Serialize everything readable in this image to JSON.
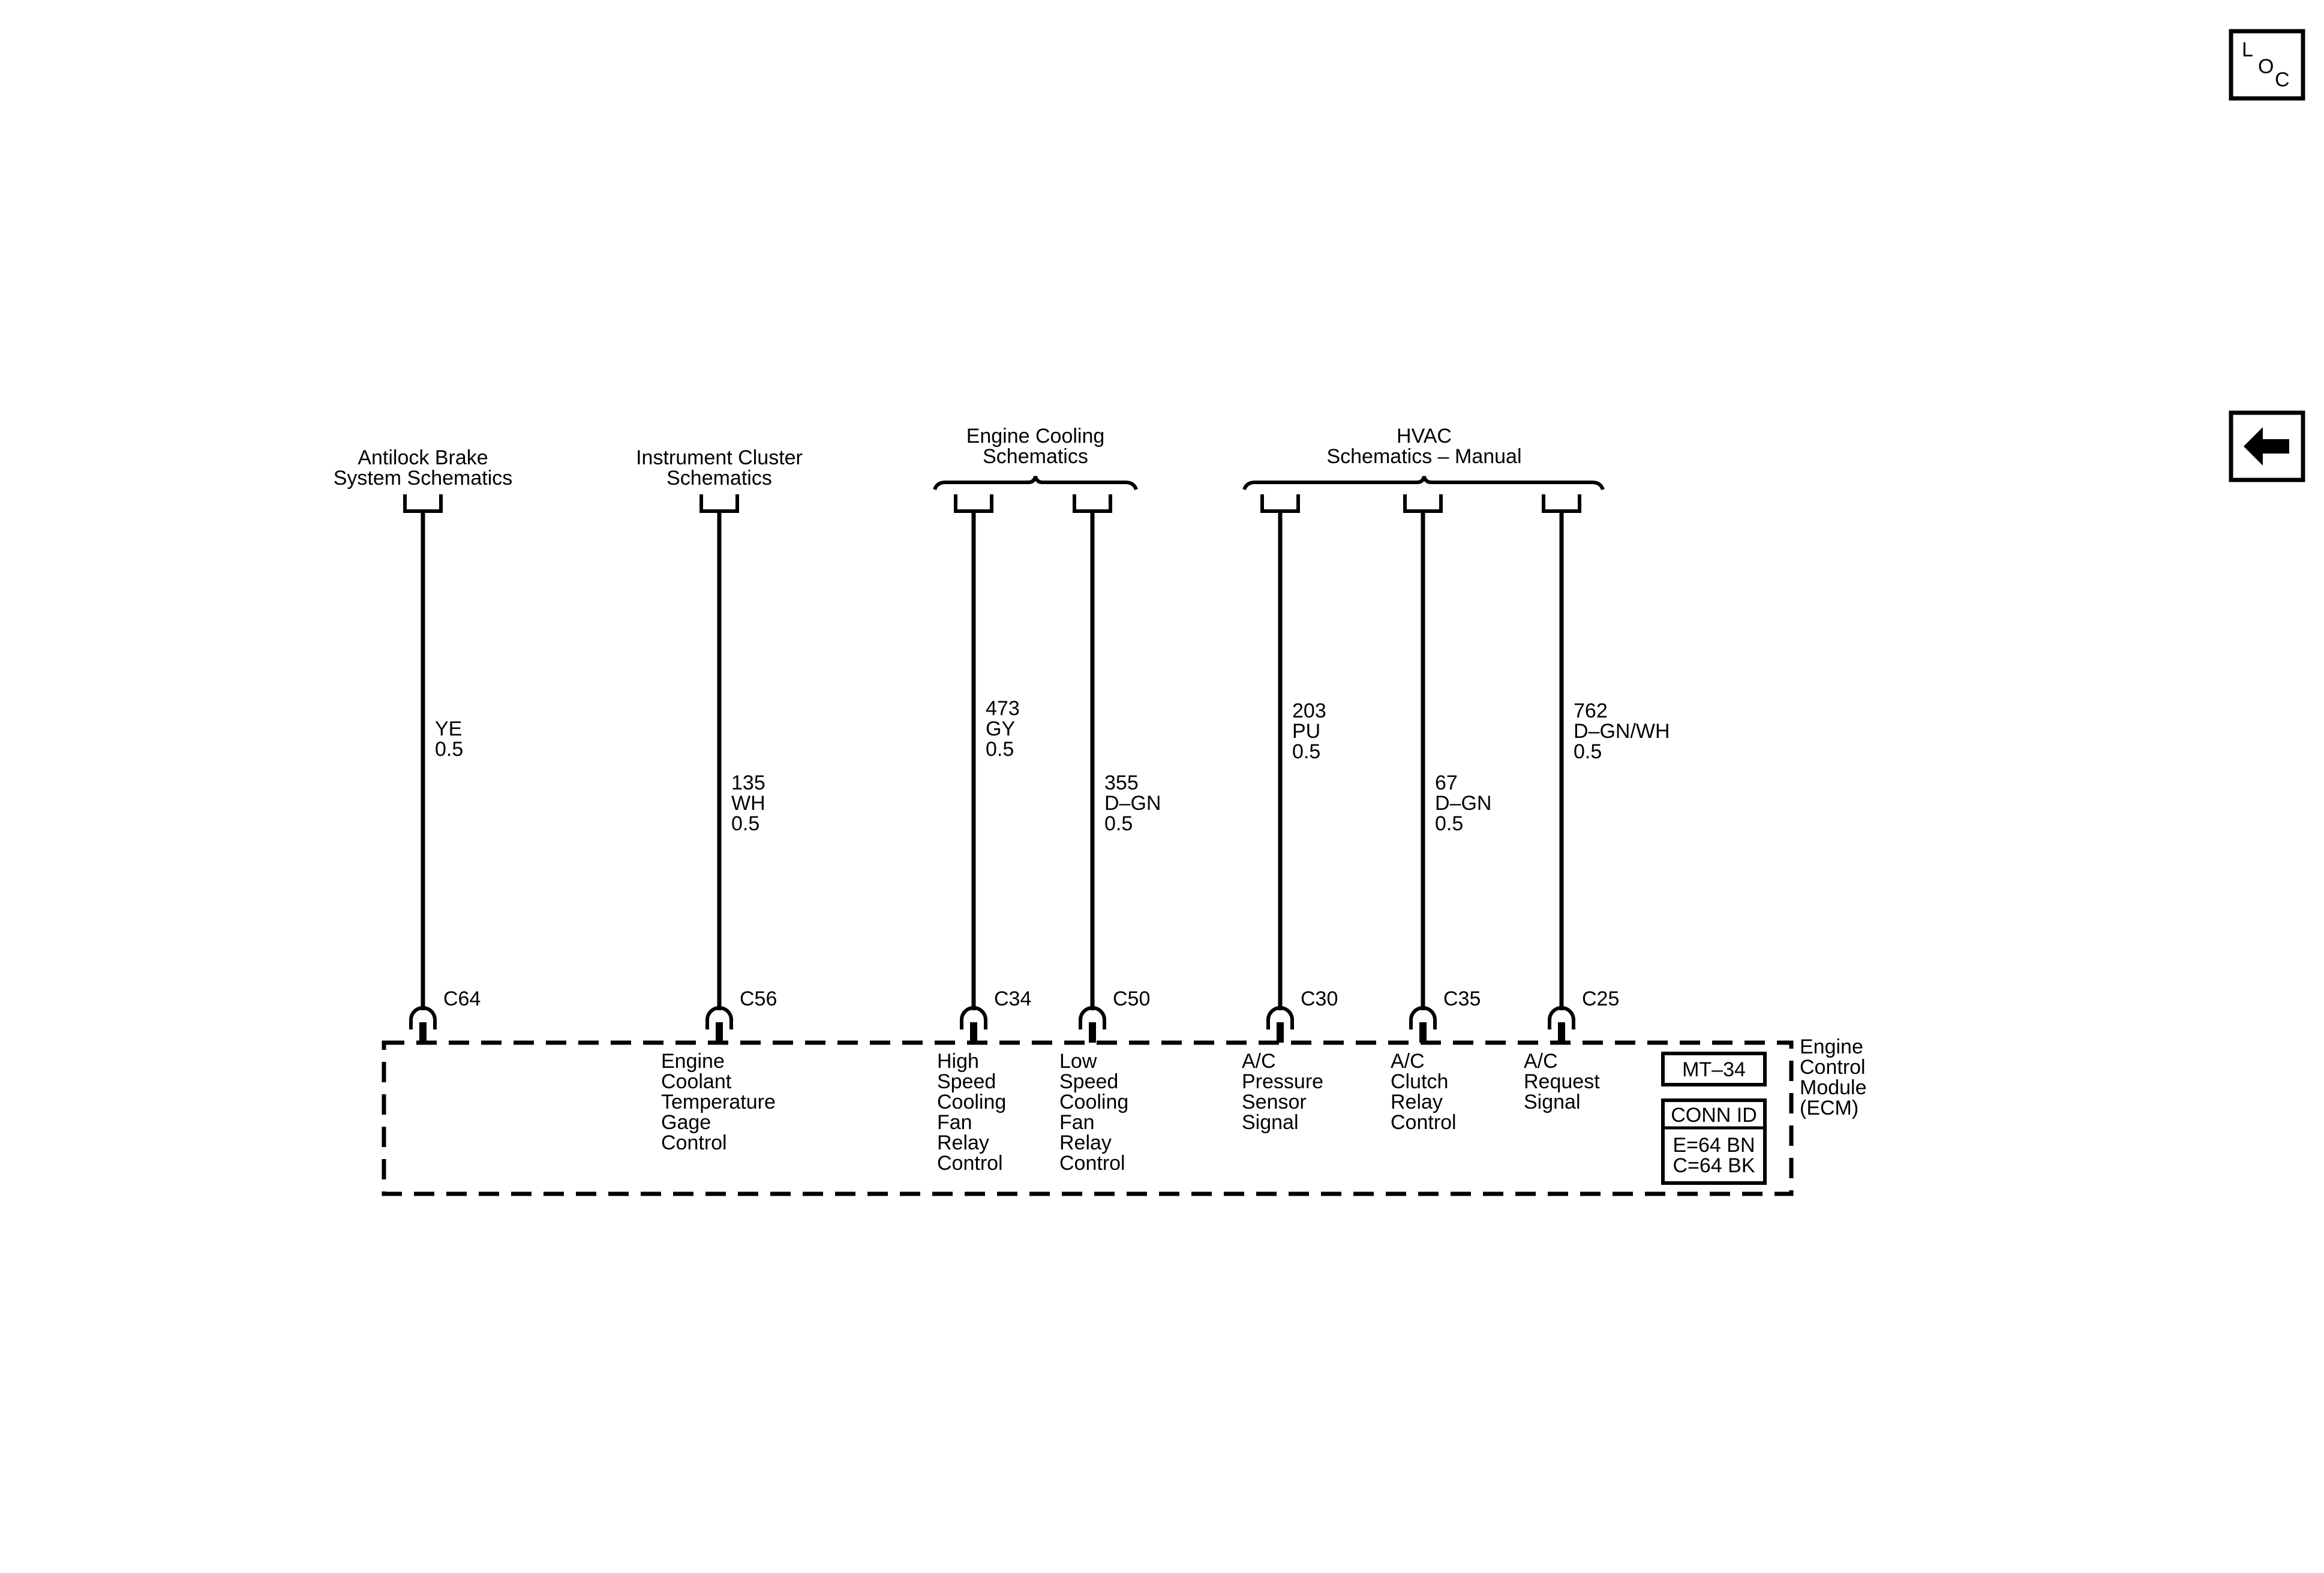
{
  "nav": {
    "loc_letters": [
      "L",
      "O",
      "C"
    ],
    "back_icon": "left-arrow-icon"
  },
  "destinations": {
    "abs": [
      "Antilock Brake",
      "System Schematics"
    ],
    "ipc": [
      "Instrument Cluster",
      "Schematics"
    ],
    "cooling": [
      "Engine Cooling",
      "Schematics"
    ],
    "hvac": [
      "HVAC",
      "Schematics – Manual"
    ]
  },
  "circuits": [
    {
      "id": "c64",
      "wire": [
        "YE",
        "0.5"
      ],
      "pin": "C64",
      "desc": []
    },
    {
      "id": "c56",
      "wire": [
        "135",
        "WH",
        "0.5"
      ],
      "pin": "C56",
      "desc": [
        "Engine",
        "Coolant",
        "Temperature",
        "Gage",
        "Control"
      ]
    },
    {
      "id": "c34",
      "wire": [
        "473",
        "GY",
        "0.5"
      ],
      "pin": "C34",
      "desc": [
        "High",
        "Speed",
        "Cooling",
        "Fan",
        "Relay",
        "Control"
      ]
    },
    {
      "id": "c50",
      "wire": [
        "355",
        "D–GN",
        "0.5"
      ],
      "pin": "C50",
      "desc": [
        "Low",
        "Speed",
        "Cooling",
        "Fan",
        "Relay",
        "Control"
      ]
    },
    {
      "id": "c30",
      "wire": [
        "203",
        "PU",
        "0.5"
      ],
      "pin": "C30",
      "desc": [
        "A/C",
        "Pressure",
        "Sensor",
        "Signal"
      ]
    },
    {
      "id": "c35",
      "wire": [
        "67",
        "D–GN",
        "0.5"
      ],
      "pin": "C35",
      "desc": [
        "A/C",
        "Clutch",
        "Relay",
        "Control"
      ]
    },
    {
      "id": "c25",
      "wire": [
        "762",
        "D–GN/WH",
        "0.5"
      ],
      "pin": "C25",
      "desc": [
        "A/C",
        "Request",
        "Signal"
      ]
    }
  ],
  "module": {
    "name": [
      "Engine",
      "Control",
      "Module",
      "(ECM)"
    ],
    "part_id": "MT–34",
    "conn_header": "CONN ID",
    "conn_lines": [
      "E=64 BN",
      "C=64 BK"
    ]
  }
}
